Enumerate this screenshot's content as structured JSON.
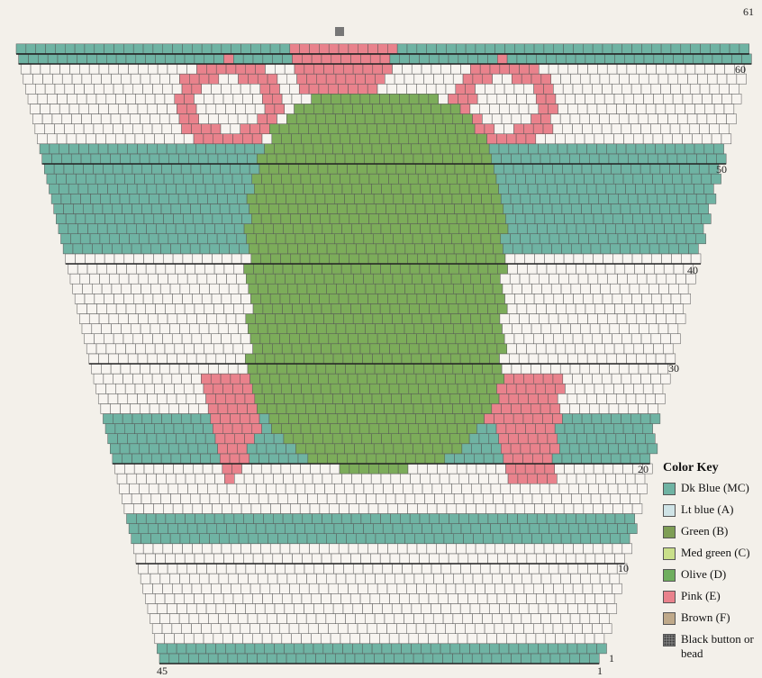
{
  "colors": {
    "mc": "#6fb3a3",
    "a": "#f7f4f0",
    "b": "#8bb464",
    "d": "#7cac5a",
    "e": "#e9828c",
    "f": "#bfa98a",
    "black": "#777777",
    "grid": "#444444"
  },
  "row_labels": [
    "61",
    "60",
    "50",
    "40",
    "30",
    "20",
    "10",
    "1"
  ],
  "col_labels": [
    "45",
    "1"
  ],
  "key": {
    "title": "Color Key",
    "items": [
      {
        "label": "Dk Blue (MC)",
        "color": "#6fb3a3",
        "icon": "solid-swatch"
      },
      {
        "label": "Lt blue (A)",
        "color": "#cfe3e6",
        "icon": "solid-swatch"
      },
      {
        "label": "Green (B)",
        "color": "#7e9e55",
        "icon": "hatched-swatch"
      },
      {
        "label": "Med green (C)",
        "color": "#c9df8a",
        "icon": "solid-swatch"
      },
      {
        "label": "Olive (D)",
        "color": "#6fae5e",
        "icon": "solid-swatch"
      },
      {
        "label": "Pink (E)",
        "color": "#e9828c",
        "icon": "solid-swatch"
      },
      {
        "label": "Brown (F)",
        "color": "#bfa98a",
        "icon": "solid-swatch"
      },
      {
        "label": "Black button or bead",
        "color": "#888888",
        "icon": "dotted-swatch"
      }
    ]
  }
}
